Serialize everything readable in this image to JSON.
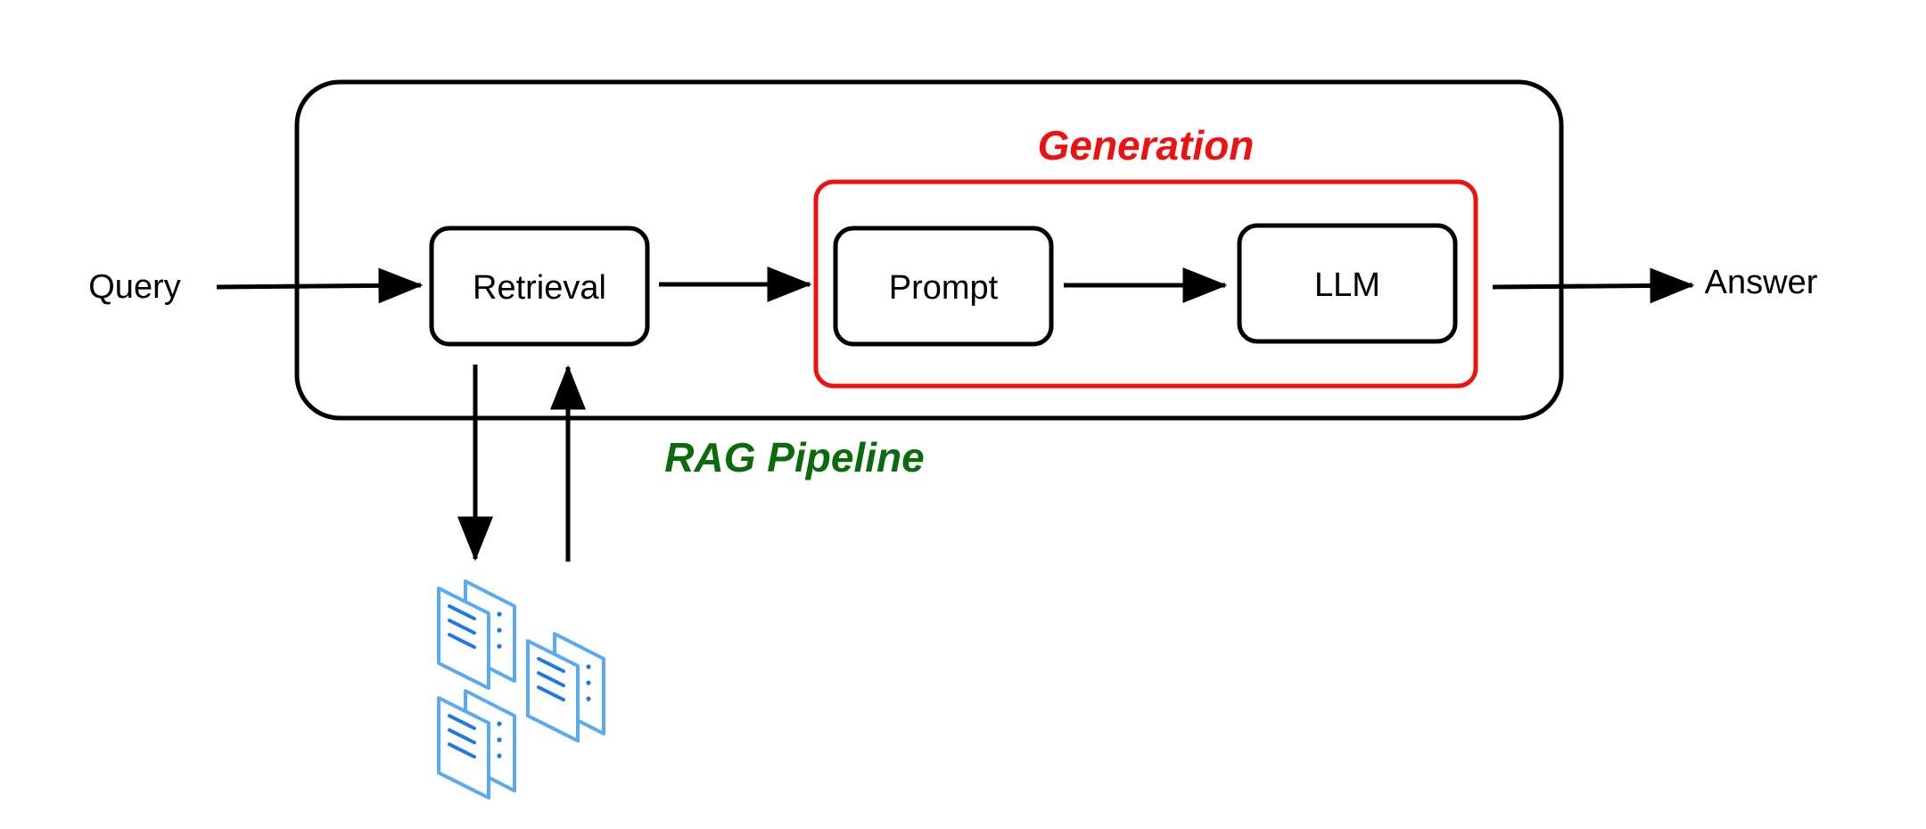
{
  "pipeline": {
    "label": "RAG Pipeline",
    "label_color": "#0b6a0b"
  },
  "generation": {
    "label": "Generation",
    "color": "#ee1111"
  },
  "nodes": {
    "query": "Query",
    "retrieval": "Retrieval",
    "prompt": "Prompt",
    "llm": "LLM",
    "answer": "Answer"
  },
  "documents": {
    "icon": "document-stack-icon",
    "color": "#5aaaf0",
    "line_color": "#1f78e6"
  }
}
